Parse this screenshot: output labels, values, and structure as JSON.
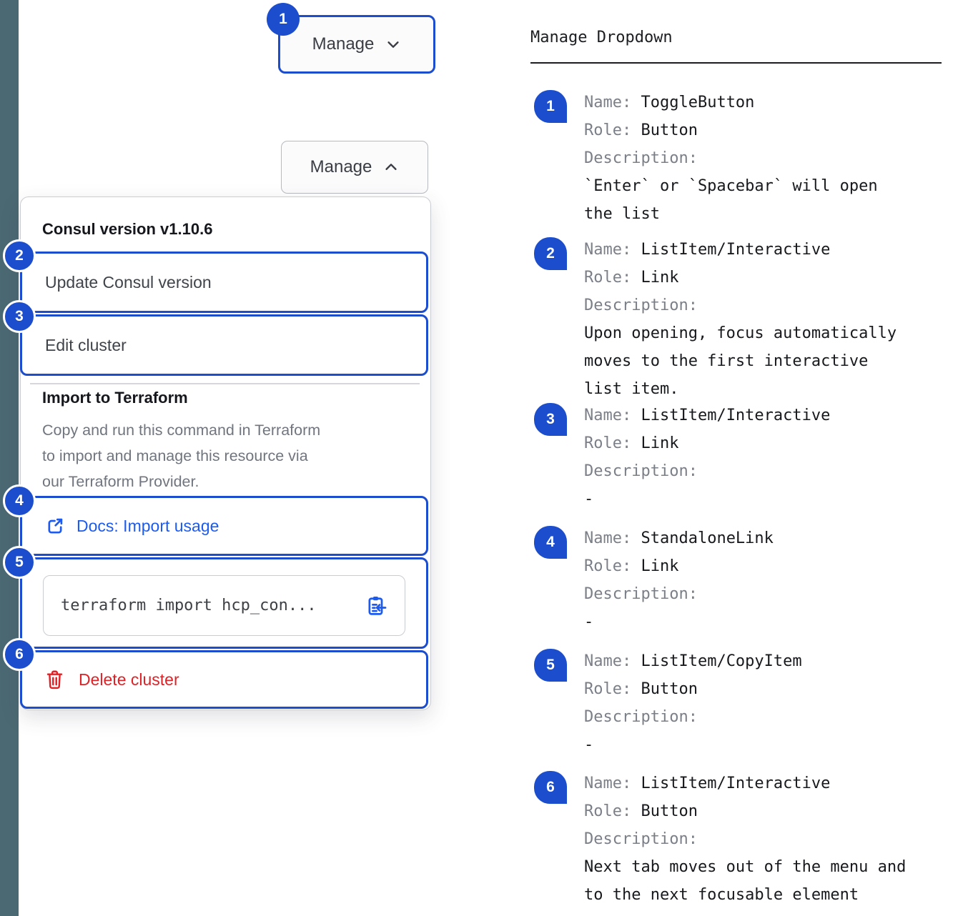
{
  "colors": {
    "accent": "#1b4dcc",
    "link": "#1d5bef",
    "danger": "#e02126",
    "rail": "#4b6973"
  },
  "left": {
    "toggle_closed": {
      "label": "Manage",
      "badge": "1"
    },
    "toggle_open": {
      "label": "Manage"
    },
    "dropdown": {
      "version_header": "Consul version v1.10.6",
      "update_item": {
        "badge": "2",
        "label": "Update Consul version"
      },
      "edit_item": {
        "badge": "3",
        "label": "Edit cluster"
      },
      "import_header": "Import to Terraform",
      "import_description": "Copy and run this command in Terraform\nto import and manage this resource via\nour Terraform Provider.",
      "docs_link": {
        "badge": "4",
        "label": "Docs: Import usage"
      },
      "code_item": {
        "badge": "5",
        "code": "terraform import hcp_con..."
      },
      "delete_item": {
        "badge": "6",
        "label": "Delete cluster"
      }
    }
  },
  "right": {
    "title": "Manage Dropdown",
    "labels": {
      "name": "Name: ",
      "role": "Role: ",
      "description": "Description:"
    },
    "items": [
      {
        "num": "1",
        "name": "ToggleButton",
        "role": "Button",
        "description": "`Enter` or `Spacebar` will open\nthe list"
      },
      {
        "num": "2",
        "name": "ListItem/Interactive",
        "role": "Link",
        "description": "Upon opening, focus automatically\nmoves to the first interactive\nlist item."
      },
      {
        "num": "3",
        "name": "ListItem/Interactive",
        "role": "Link",
        "description": "-"
      },
      {
        "num": "4",
        "name": "StandaloneLink",
        "role": "Link",
        "description": "-"
      },
      {
        "num": "5",
        "name": "ListItem/CopyItem",
        "role": "Button",
        "description": "-"
      },
      {
        "num": "6",
        "name": "ListItem/Interactive",
        "role": "Button",
        "description": "Next tab moves out of the menu and\nto the next focusable element"
      }
    ]
  }
}
